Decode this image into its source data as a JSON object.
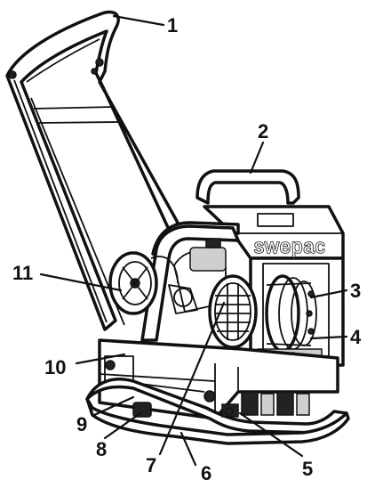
{
  "brand_logo": "swepac",
  "callouts": [
    {
      "id": "1",
      "label": "1"
    },
    {
      "id": "2",
      "label": "2"
    },
    {
      "id": "3",
      "label": "3"
    },
    {
      "id": "4",
      "label": "4"
    },
    {
      "id": "5",
      "label": "5"
    },
    {
      "id": "6",
      "label": "6"
    },
    {
      "id": "7",
      "label": "7"
    },
    {
      "id": "8",
      "label": "8"
    },
    {
      "id": "9",
      "label": "9"
    },
    {
      "id": "10",
      "label": "10"
    },
    {
      "id": "11",
      "label": "11"
    }
  ]
}
